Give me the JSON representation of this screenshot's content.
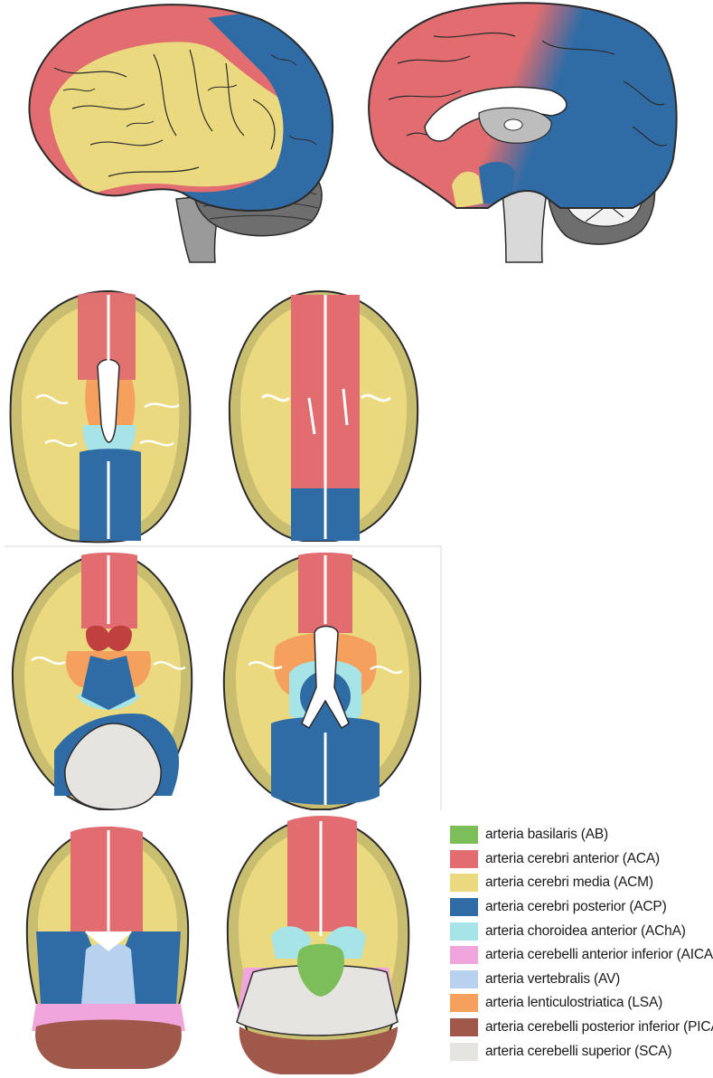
{
  "colors": {
    "ab": "#7cbf5a",
    "aca": "#e16d70",
    "acm": "#ead97e",
    "acp": "#2f6ca6",
    "acha": "#a6e4e8",
    "aica": "#f0a6dc",
    "av": "#b7d1ef",
    "lsa": "#f5a05c",
    "pica": "#a0584a",
    "sca": "#e6e4e0",
    "cortex": "#c9bd70",
    "outline": "#2b2b2b",
    "brainstem": "#9a9a9a",
    "cerebellum": "#6e6e6e"
  },
  "legend": [
    {
      "key": "ab",
      "label": "arteria basilaris (AB)",
      "color": "#7cbf5a"
    },
    {
      "key": "aca",
      "label": "arteria cerebri anterior (ACA)",
      "color": "#e16d70"
    },
    {
      "key": "acm",
      "label": "arteria cerebri media (ACM)",
      "color": "#ead97e"
    },
    {
      "key": "acp",
      "label": "arteria cerebri posterior (ACP)",
      "color": "#2f6ca6"
    },
    {
      "key": "acha",
      "label": "arteria choroidea anterior (AChA)",
      "color": "#a6e4e8"
    },
    {
      "key": "aica",
      "label": "arteria cerebelli anterior inferior (AICA)",
      "color": "#f0a6dc"
    },
    {
      "key": "av",
      "label": "arteria vertebralis (AV)",
      "color": "#b7d1ef"
    },
    {
      "key": "lsa",
      "label": "arteria lenticulostriatica (LSA)",
      "color": "#f5a05c"
    },
    {
      "key": "pica",
      "label": "arteria cerebelli posterior inferior (PICA)",
      "color": "#a0584a"
    },
    {
      "key": "sca",
      "label": "arteria cerebelli superior (SCA)",
      "color": "#e6e4e0"
    }
  ]
}
